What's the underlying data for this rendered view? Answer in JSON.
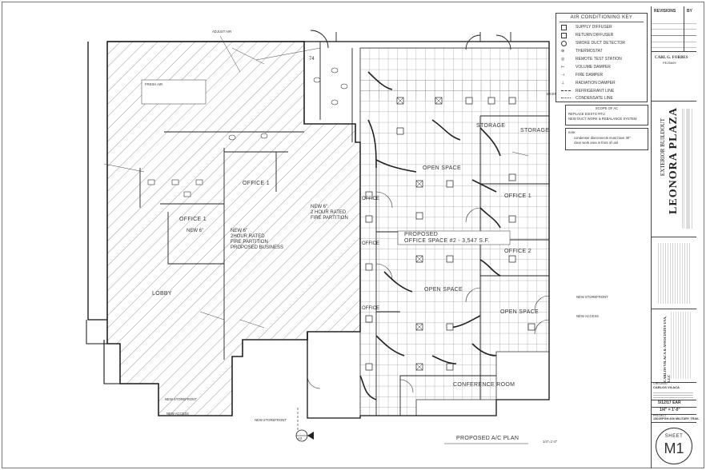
{
  "plan": {
    "title": "PROPOSED A/C  PLAN",
    "scale_label": "1/4\"=1'-0\"",
    "rooms": {
      "office1_a": "OFFICE 1",
      "office1_b": "OFFICE 1",
      "office1_right": "OFFICE 1",
      "office2": "OFFICE 2",
      "lobby": "LOBBY",
      "storage1": "STORAGE",
      "storage2": "STORAGE",
      "open_space1": "OPEN SPACE",
      "open_space2": "OPEN SPACE",
      "open_space3": "OPEN SPACE",
      "conference": "CONFERENCE ROOM",
      "proposed_space_1": "PROPOSED",
      "proposed_space_2": "OFFICE SPACE #2 - 3,547 S.F.",
      "office_a": "OFFICE",
      "office_b": "OFFICE",
      "office_c": "OFFICE"
    },
    "notes": {
      "new6_a_1": "NEW 6\"",
      "new6_a_2": "2 HOUR RATED",
      "new6_a_3": "FIRE PARTITION",
      "new6_b_1": "NEW 6\"",
      "new6_b_2": "2HOUR RATED",
      "new6_b_3": "FIRE PARTITION",
      "new6_b_4": "PROPOSED BUSINESS",
      "new6_c": "NEW 6\"",
      "fresh_air": "FRESH AIR",
      "storefront1": "NEW STOREFRONT",
      "storefront2": "NEW STOREFRONT",
      "storefront3": "NEW STOREFRONT",
      "new_access1": "NEW ACCESS",
      "new_access2": "NEW ACCESS",
      "adjust_air": "ADJUST AIR",
      "existing": "EXISTING"
    },
    "section_mark": "A3",
    "room_number": "74"
  },
  "key": {
    "title": "AIR CONDITIONING KEY",
    "items": [
      "SUPPLY DIFFUSER",
      "RETURN DIFFUSER",
      "SMOKE DUCT DETECTOR",
      "THERMOSTAT",
      "REMOTE TEST STATION",
      "VOLUME DAMPER",
      "FIRE DAMPER",
      "RADIATION DAMPER",
      "REFRIGERANT LINE",
      "CONDENSATE LINE"
    ]
  },
  "scope": {
    "title": "SCOPE OF AC",
    "line1": "REPLACE EXISTG RTU",
    "line2": "NEW DUCT WORK & REBALANCE SYSTEM"
  },
  "note": {
    "title": "note:",
    "line1": "condenser disconnects must have 30\"",
    "line2": "clear work area in front of unit"
  },
  "title_block": {
    "revisions": "REVISIONS",
    "by": "BY",
    "engineer_name": "CARL G. FORBES",
    "engineer_license": "PE25609",
    "project_line1": "EXTERIOR BUILDOUT",
    "project_line2": "LEONORA PLAZA",
    "company": "CARLOS VILACA & ASSOCIATES USA, LLC",
    "checked": "CHECKED",
    "checked_name": "CARLOS VILACA",
    "date": "5/12/17 EAR",
    "scale": "1/4\" = 1'-0\"",
    "project_label": "PROJECT",
    "project_no": "1301EPGH-606 MILITARY TRAIL",
    "sheet_label": "SHEET",
    "sheet_no": "M1"
  }
}
